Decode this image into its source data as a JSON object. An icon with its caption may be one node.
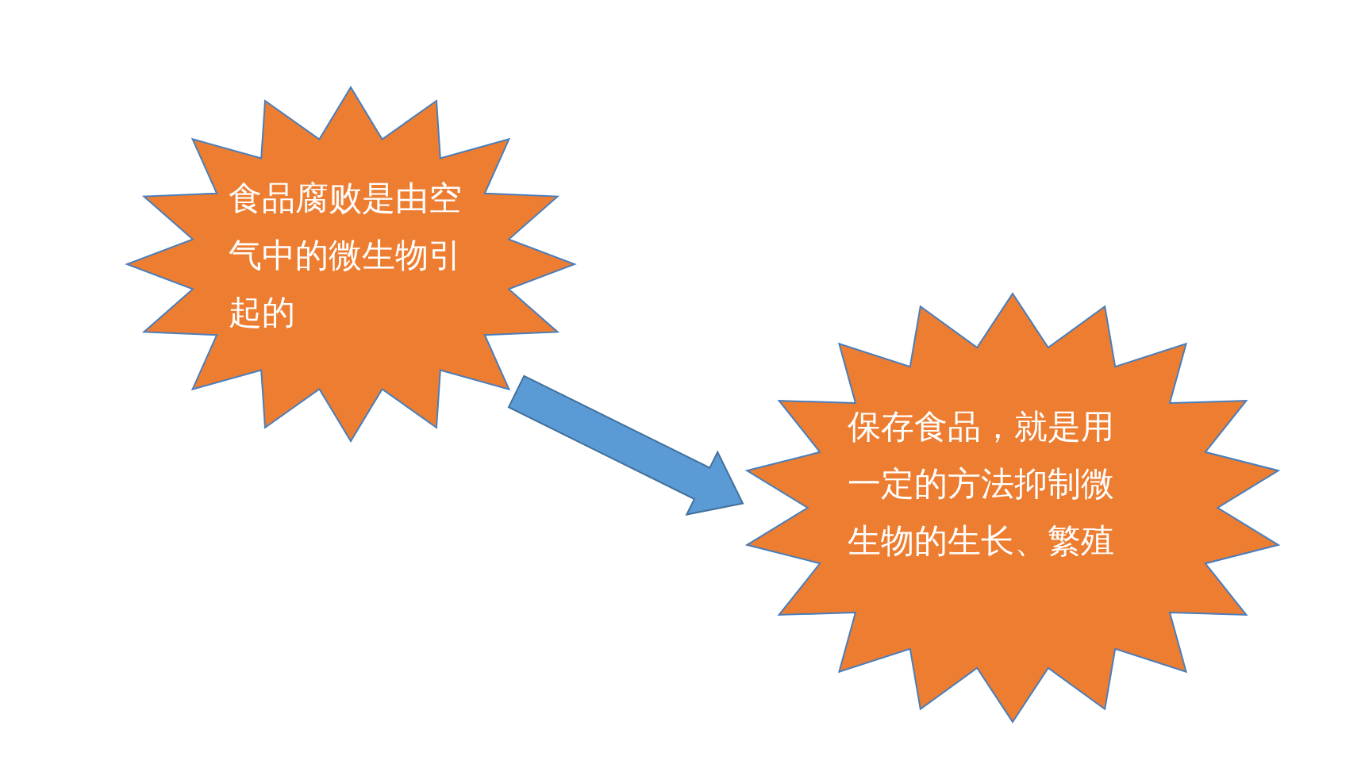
{
  "diagram": {
    "nodes": [
      {
        "text": [
          "食品腐败是由空气中的微生物引起的"
        ]
      },
      {
        "text": [
          "保存食品，就是用一定的方法抑制微生物的生长、繁殖"
        ]
      }
    ],
    "edges": [
      {
        "from": 0,
        "to": 1,
        "arrow": "to",
        "style": "thick"
      }
    ]
  }
}
